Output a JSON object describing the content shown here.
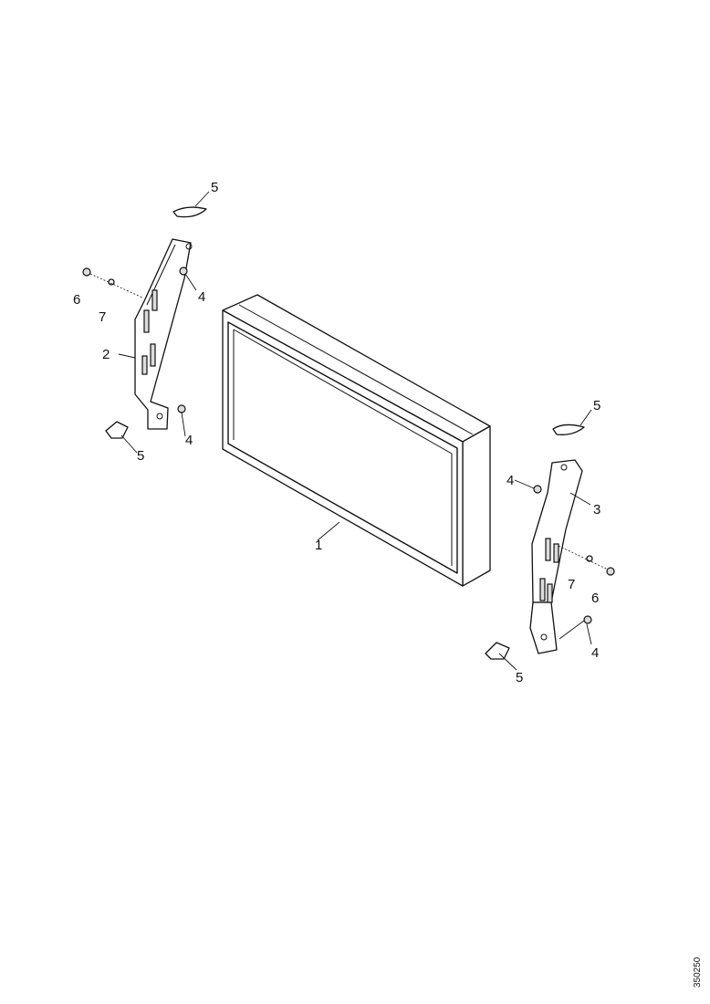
{
  "callouts": {
    "panel": "1",
    "left_bracket": "2",
    "right_bracket": "3",
    "nut": "4",
    "clip": "5",
    "screw": "6",
    "washer": "7"
  },
  "document_id": "350250"
}
